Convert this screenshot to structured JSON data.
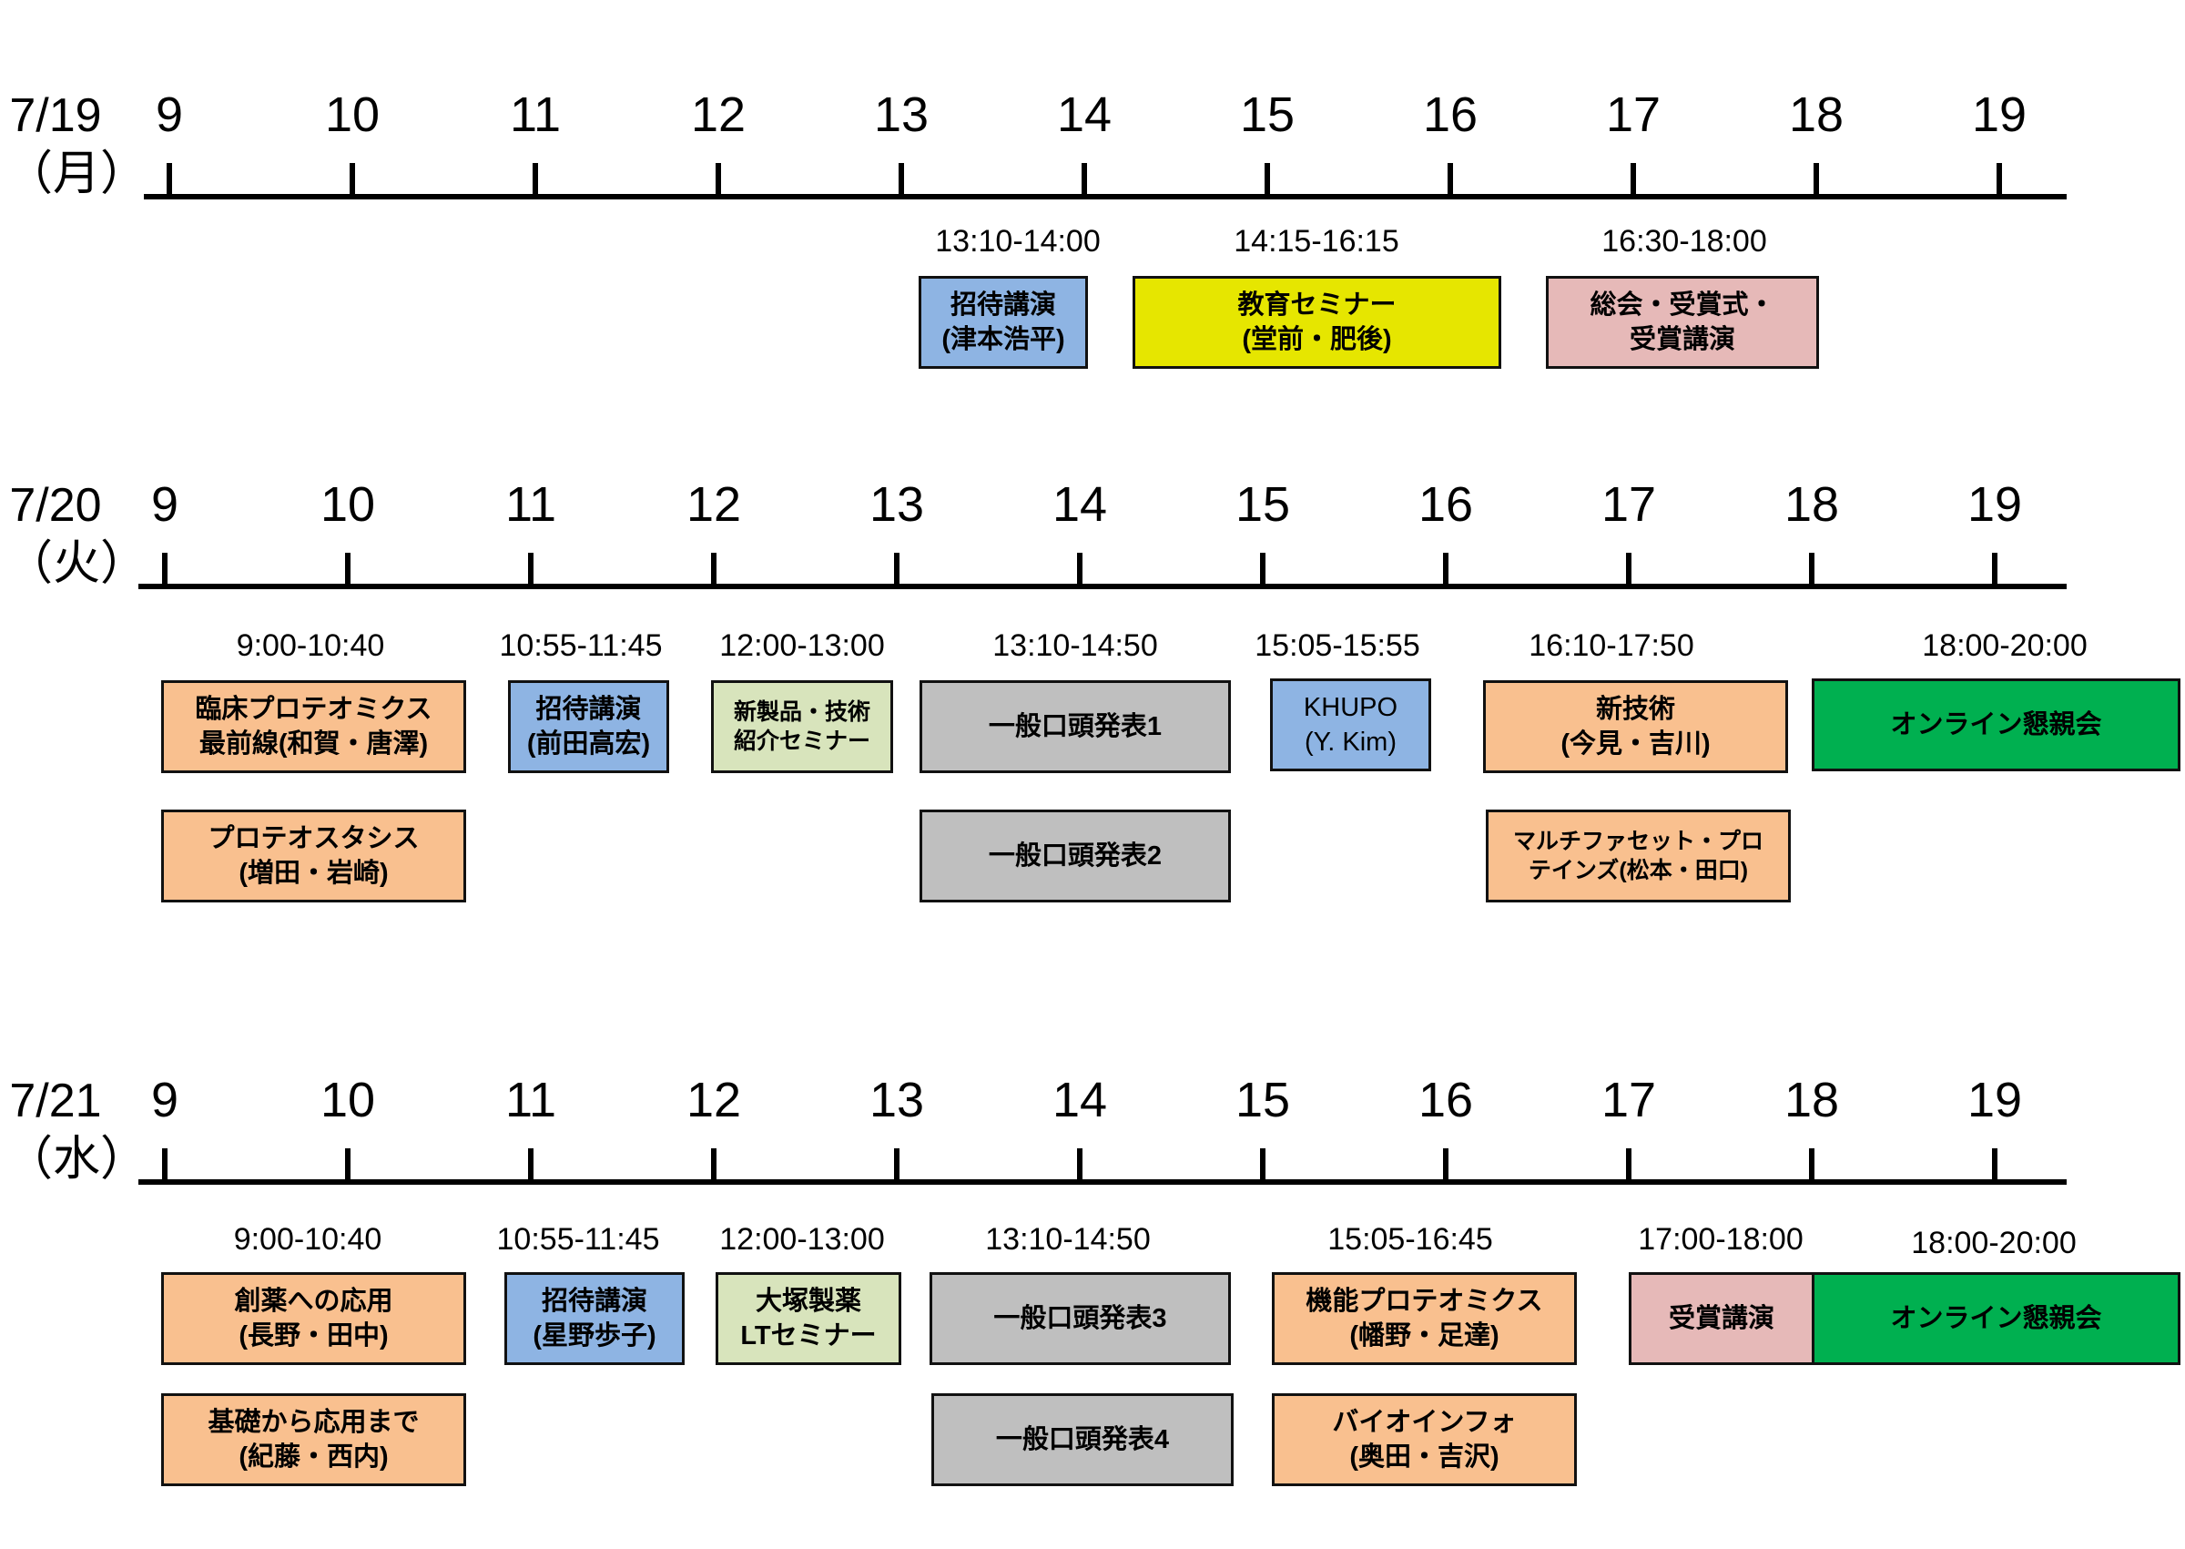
{
  "colors": {
    "orange": "#f9c08f",
    "blue": "#8eb4e3",
    "light_green": "#d8e4bc",
    "gray": "#bfbfbf",
    "yellow": "#e6e600",
    "pink": "#e6b9b8",
    "green": "#00b050"
  },
  "days": [
    {
      "date": "7/19",
      "weekday": "（月）",
      "hours": [
        "9",
        "10",
        "11",
        "12",
        "13",
        "14",
        "15",
        "16",
        "17",
        "18",
        "19"
      ],
      "sessions": [
        {
          "time": "13:10-14:00",
          "title": "招待講演\n(津本浩平)"
        },
        {
          "time": "14:15-16:15",
          "title": "教育セミナー\n(堂前・肥後)"
        },
        {
          "time": "16:30-18:00",
          "title": "総会・受賞式・\n受賞講演"
        }
      ]
    },
    {
      "date": "7/20",
      "weekday": "（火）",
      "hours": [
        "9",
        "10",
        "11",
        "12",
        "13",
        "14",
        "15",
        "16",
        "17",
        "18",
        "19"
      ],
      "sessions": [
        {
          "time": "9:00-10:40",
          "title": "臨床プロテオミクス\n最前線(和賀・唐澤)",
          "title2": "プロテオスタシス\n(増田・岩崎)"
        },
        {
          "time": "10:55-11:45",
          "title": "招待講演\n(前田高宏)"
        },
        {
          "time": "12:00-13:00",
          "title": "新製品・技術\n紹介セミナー"
        },
        {
          "time": "13:10-14:50",
          "title": "一般口頭発表1",
          "title2": "一般口頭発表2"
        },
        {
          "time": "15:05-15:55",
          "title": "KHUPO\n(Y. Kim)"
        },
        {
          "time": "16:10-17:50",
          "title": "新技術\n(今見・吉川)",
          "title2": "マルチファセット・プロ\nテインズ(松本・田口)"
        },
        {
          "time": "18:00-20:00",
          "title": "オンライン懇親会"
        }
      ]
    },
    {
      "date": "7/21",
      "weekday": "（水）",
      "hours": [
        "9",
        "10",
        "11",
        "12",
        "13",
        "14",
        "15",
        "16",
        "17",
        "18",
        "19"
      ],
      "sessions": [
        {
          "time": "9:00-10:40",
          "title": "創薬への応用\n(長野・田中)",
          "title2": "基礎から応用まで\n(紀藤・西内)"
        },
        {
          "time": "10:55-11:45",
          "title": "招待講演\n(星野歩子)"
        },
        {
          "time": "12:00-13:00",
          "title": "大塚製薬\nLTセミナー"
        },
        {
          "time": "13:10-14:50",
          "title": "一般口頭発表3",
          "title2": "一般口頭発表4"
        },
        {
          "time": "15:05-16:45",
          "title": "機能プロテオミクス\n(幡野・足達)",
          "title2": "バイオインフォ\n(奥田・吉沢)"
        },
        {
          "time": "17:00-18:00",
          "title": "受賞講演"
        },
        {
          "time": "18:00-20:00",
          "title": "オンライン懇親会"
        }
      ]
    }
  ]
}
